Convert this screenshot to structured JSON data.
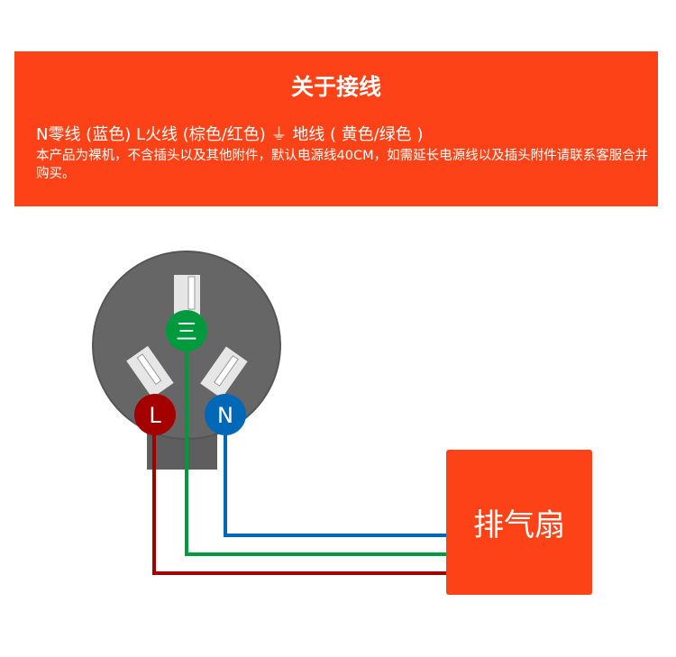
{
  "header": {
    "title": "关于接线",
    "wire_line": "N零线 (蓝色)  L火线 (棕色/红色)  ⏚ 地线 ( 黄色/绿色 )",
    "note": "本产品为裸机，不含插头以及其他附件，默认电源线40CM，如需延长电源线以及插头附件请联系客服合并购买。"
  },
  "plug": {
    "earth_label": "三",
    "live_label": "L",
    "neutral_label": "N"
  },
  "device": {
    "label": "排气扇"
  },
  "colors": {
    "banner": "#fc4216",
    "live": "#a50000",
    "earth": "#009a3e",
    "neutral": "#0068b7",
    "plug": "#666666"
  }
}
